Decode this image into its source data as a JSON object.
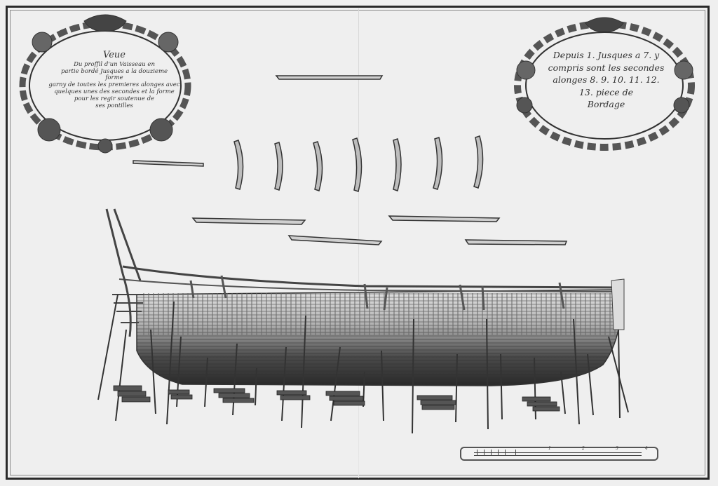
{
  "plate": {
    "description": "Engraved plate: ship hull under construction on slipway with loose frame timbers",
    "colors": {
      "paper": "#efefef",
      "ink": "#2a2a2a",
      "shade": "#555555"
    }
  },
  "cartouche_left": {
    "title": "Veue",
    "lines": [
      "Du proffil d'un Vaisseau en",
      "partie bordé Jusques a la douzieme",
      "forme",
      "garny de toutes les premieres alonges avec",
      "quelques unes des secondes et la forme",
      "pour les regir soutenue de",
      "ses pontilles"
    ]
  },
  "cartouche_right": {
    "lines": [
      "Depuis 1. Jusques a 7. y",
      "compris sont les secondes",
      "alonges 8. 9. 10. 11. 12.",
      "13. piece de",
      "Bordage"
    ]
  },
  "scale_bar": {
    "labels": [
      "1",
      "2",
      "3",
      "4"
    ]
  },
  "timbers": {
    "curved_frames_count": 7,
    "straight_planks_count": 6
  }
}
